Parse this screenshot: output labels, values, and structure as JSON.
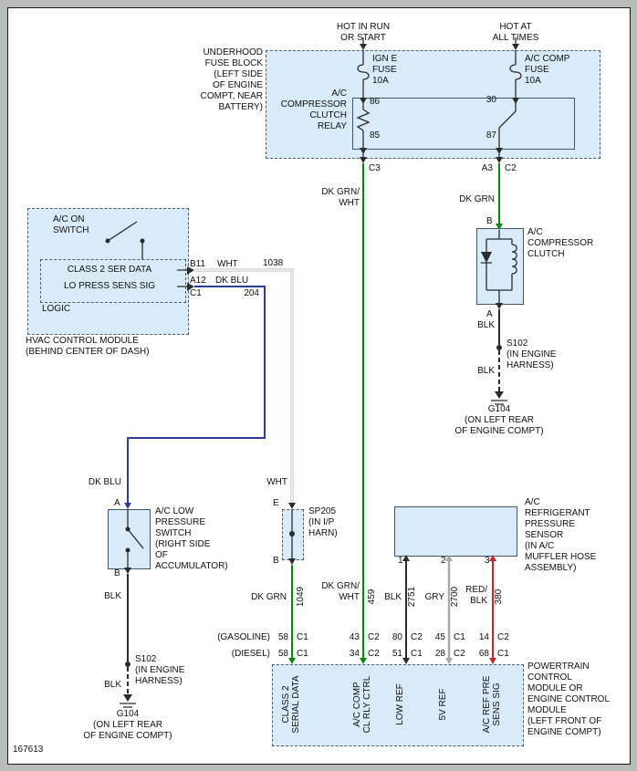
{
  "figure_number": "167613",
  "colors": {
    "wire_black": "#2b2b2b",
    "wire_dk_grn": "#0a8a0a",
    "wire_dk_blu": "#2a3d9c",
    "wire_gry": "#a8a8a8",
    "wire_wht": "#f4f4f4",
    "wire_red_blk": "#c62828",
    "box_fill": "#d9eaf8",
    "box_border": "#3f566b"
  },
  "power_feeds": {
    "left_label": "HOT IN RUN\nOR START",
    "right_label": "HOT AT\nALL TIMES"
  },
  "fuse_block": {
    "caption": "UNDERHOOD\nFUSE BLOCK\n(LEFT SIDE\nOF ENGINE\nCOMPT, NEAR\nBATTERY)",
    "ign_fuse": "IGN E\nFUSE\n10A",
    "ac_fuse": "A/C COMP\nFUSE\n10A"
  },
  "relay": {
    "caption": "A/C\nCOMPRESSOR\nCLUTCH\nRELAY",
    "pin_86": "86",
    "pin_85": "85",
    "pin_30": "30",
    "pin_87": "87"
  },
  "fuse_block_connectors": {
    "c3": "C3",
    "a3": "A3",
    "c2": "C2"
  },
  "wire_labels": {
    "dk_grn_wht_upper": "DK GRN/\nWHT",
    "dk_grn_upper": "DK GRN",
    "dk_blu_lower": "DK BLU",
    "wht_lower": "WHT",
    "dk_grn_wht_lower": "DK GRN/\nWHT",
    "dk_grn_wht_circuit": "459"
  },
  "hvac": {
    "switch_label": "A/C ON\nSWITCH",
    "signal_1": "CLASS 2 SER DATA",
    "signal_2": "LO PRESS SENS SIG",
    "logic_label": "LOGIC",
    "pin_b11": "B11",
    "pin_a12": "A12",
    "connector_c1": "C1",
    "wire_1_color": "WHT",
    "wire_1_circuit": "1038",
    "wire_2_color": "DK BLU",
    "wire_2_circuit": "204",
    "caption": "HVAC CONTROL MODULE\n(BEHIND CENTER OF DASH)"
  },
  "compressor_clutch": {
    "caption": "A/C\nCOMPRESSOR\nCLUTCH",
    "pin_b": "B",
    "pin_a": "A"
  },
  "right_ground": {
    "wire_color_upper": "BLK",
    "splice": "S102",
    "splice_note": "(IN ENGINE\nHARNESS)",
    "wire_color_lower": "BLK",
    "ground": "G104",
    "ground_note": "(ON LEFT REAR\nOF ENGINE COMPT)"
  },
  "low_pressure_switch": {
    "caption": "A/C LOW\nPRESSURE\nSWITCH\n(RIGHT SIDE\nOF ACCUMULATOR)",
    "pin_a": "A",
    "pin_b": "B"
  },
  "left_ground": {
    "wire_color_upper": "BLK",
    "splice": "S102",
    "splice_note": "(IN ENGINE\nHARNESS)",
    "wire_color_lower": "BLK",
    "ground": "G104",
    "ground_note": "(ON LEFT REAR\nOF ENGINE COMPT)"
  },
  "sp205": {
    "caption": "SP205\n(IN I/P\nHARN)",
    "pin_e": "E",
    "pin_b": "B",
    "wire_below_color": "DK GRN",
    "wire_below_circuit": "1049"
  },
  "pressure_sensor": {
    "caption": "A/C\nREFRIGERANT\nPRESSURE\nSENSOR\n(IN A/C\nMUFFLER HOSE\nASSEMBLY)",
    "pin_1": "1",
    "pin_2": "2",
    "pin_3": "3",
    "wire_1_color": "BLK",
    "wire_1_circuit": "2751",
    "wire_2_color": "GRY",
    "wire_2_circuit": "2700",
    "wire_3_color": "RED/\nBLK",
    "wire_3_circuit": "380"
  },
  "pcm": {
    "caption": "POWERTRAIN\nCONTROL\nMODULE OR\nENGINE CONTROL\nMODULE\n(LEFT FRONT OF\nENGINE COMPT)",
    "gasoline_label": "(GASOLINE)",
    "diesel_label": "(DIESEL)",
    "pins": [
      {
        "function": "CLASS 2\nSERIAL DATA",
        "gas_pin": "58",
        "gas_conn": "C1",
        "diesel_pin": "58",
        "diesel_conn": "C1"
      },
      {
        "function": "A/C COMP\nCL RLY CTRL",
        "gas_pin": "43",
        "gas_conn": "C2",
        "diesel_pin": "34",
        "diesel_conn": "C2"
      },
      {
        "function": "LOW REF",
        "gas_pin": "80",
        "gas_conn": "C2",
        "diesel_pin": "51",
        "diesel_conn": "C1"
      },
      {
        "function": "5V REF",
        "gas_pin": "45",
        "gas_conn": "C1",
        "diesel_pin": "28",
        "diesel_conn": "C2"
      },
      {
        "function": "A/C REF PRE\nSENS SIG",
        "gas_pin": "14",
        "gas_conn": "C2",
        "diesel_pin": "68",
        "diesel_conn": "C1"
      }
    ]
  }
}
